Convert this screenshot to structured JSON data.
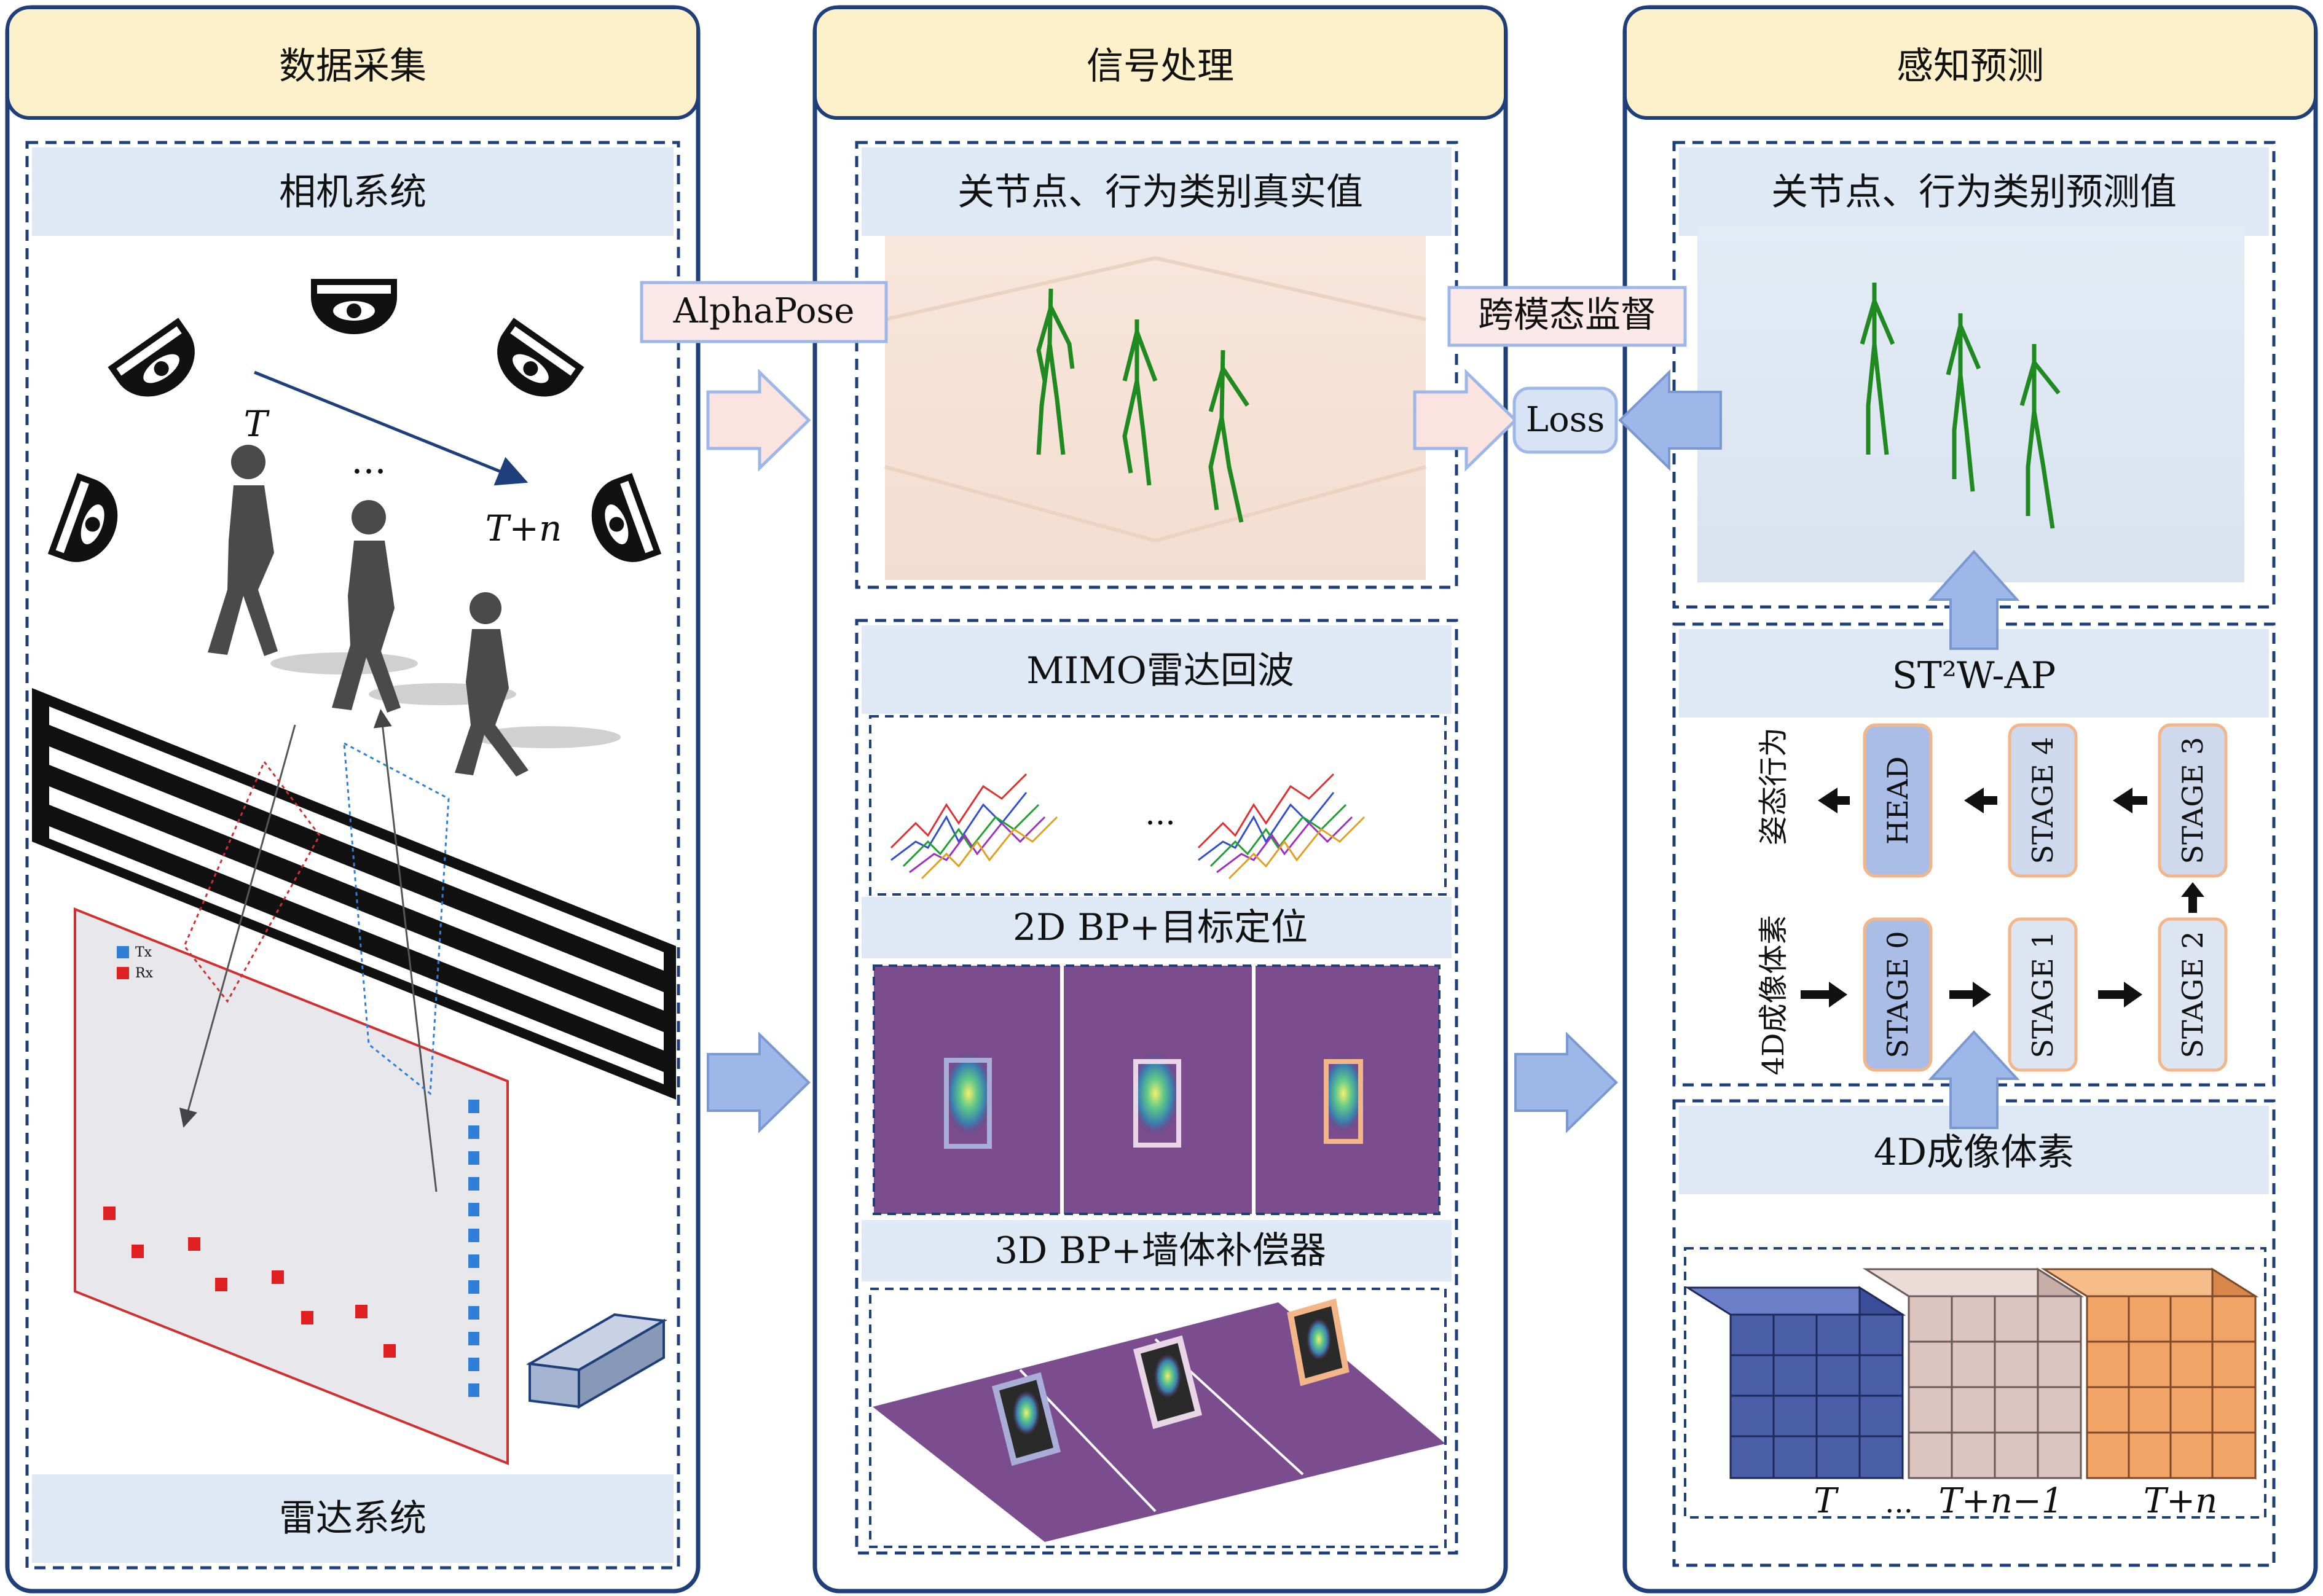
{
  "columns": {
    "acquisition": {
      "title": "数据采集",
      "camera_system": "相机系统",
      "radar_system": "雷达系统",
      "time_start": "T",
      "time_dots": "...",
      "time_end": "T+n",
      "legend_tx": "Tx",
      "legend_rx": "Rx"
    },
    "processing": {
      "title": "信号处理",
      "ground_truth": "关节点、行为类别真实值",
      "echo": "MIMO雷达回波",
      "bp2d": "2D BP+目标定位",
      "bp3d": "3D BP+墙体补偿器",
      "ellipsis": "..."
    },
    "perception": {
      "title": "感知预测",
      "prediction": "关节点、行为类别预测值",
      "network": "ST²W-AP",
      "voxels": "4D成像体素",
      "posture_label": "姿态行为",
      "voxel_input_label": "4D成像体素",
      "head": "HEAD",
      "stage0": "STAGE 0",
      "stage1": "STAGE 1",
      "stage2": "STAGE 2",
      "stage3": "STAGE 3",
      "stage4": "STAGE 4",
      "time_t": "T",
      "time_dots": "...",
      "time_tn1": "T+n−1",
      "time_tn": "T+n"
    }
  },
  "connectors": {
    "alphapose": "AlphaPose",
    "cross_modal": "跨模态监督",
    "loss": "Loss"
  },
  "colors": {
    "border": "#1f3f7a",
    "header_fill": "#fdf1cc",
    "subheader_fill": "#dfe8f5",
    "arrow_pink": "#fbe3df",
    "arrow_blue": "#9db8e8",
    "skeleton_green": "#1f8a1f",
    "radar_purple": "#6a3d80",
    "cube_blue": "#4a5fa8",
    "cube_pink": "#dcc4c0",
    "cube_orange": "#f2a366"
  }
}
